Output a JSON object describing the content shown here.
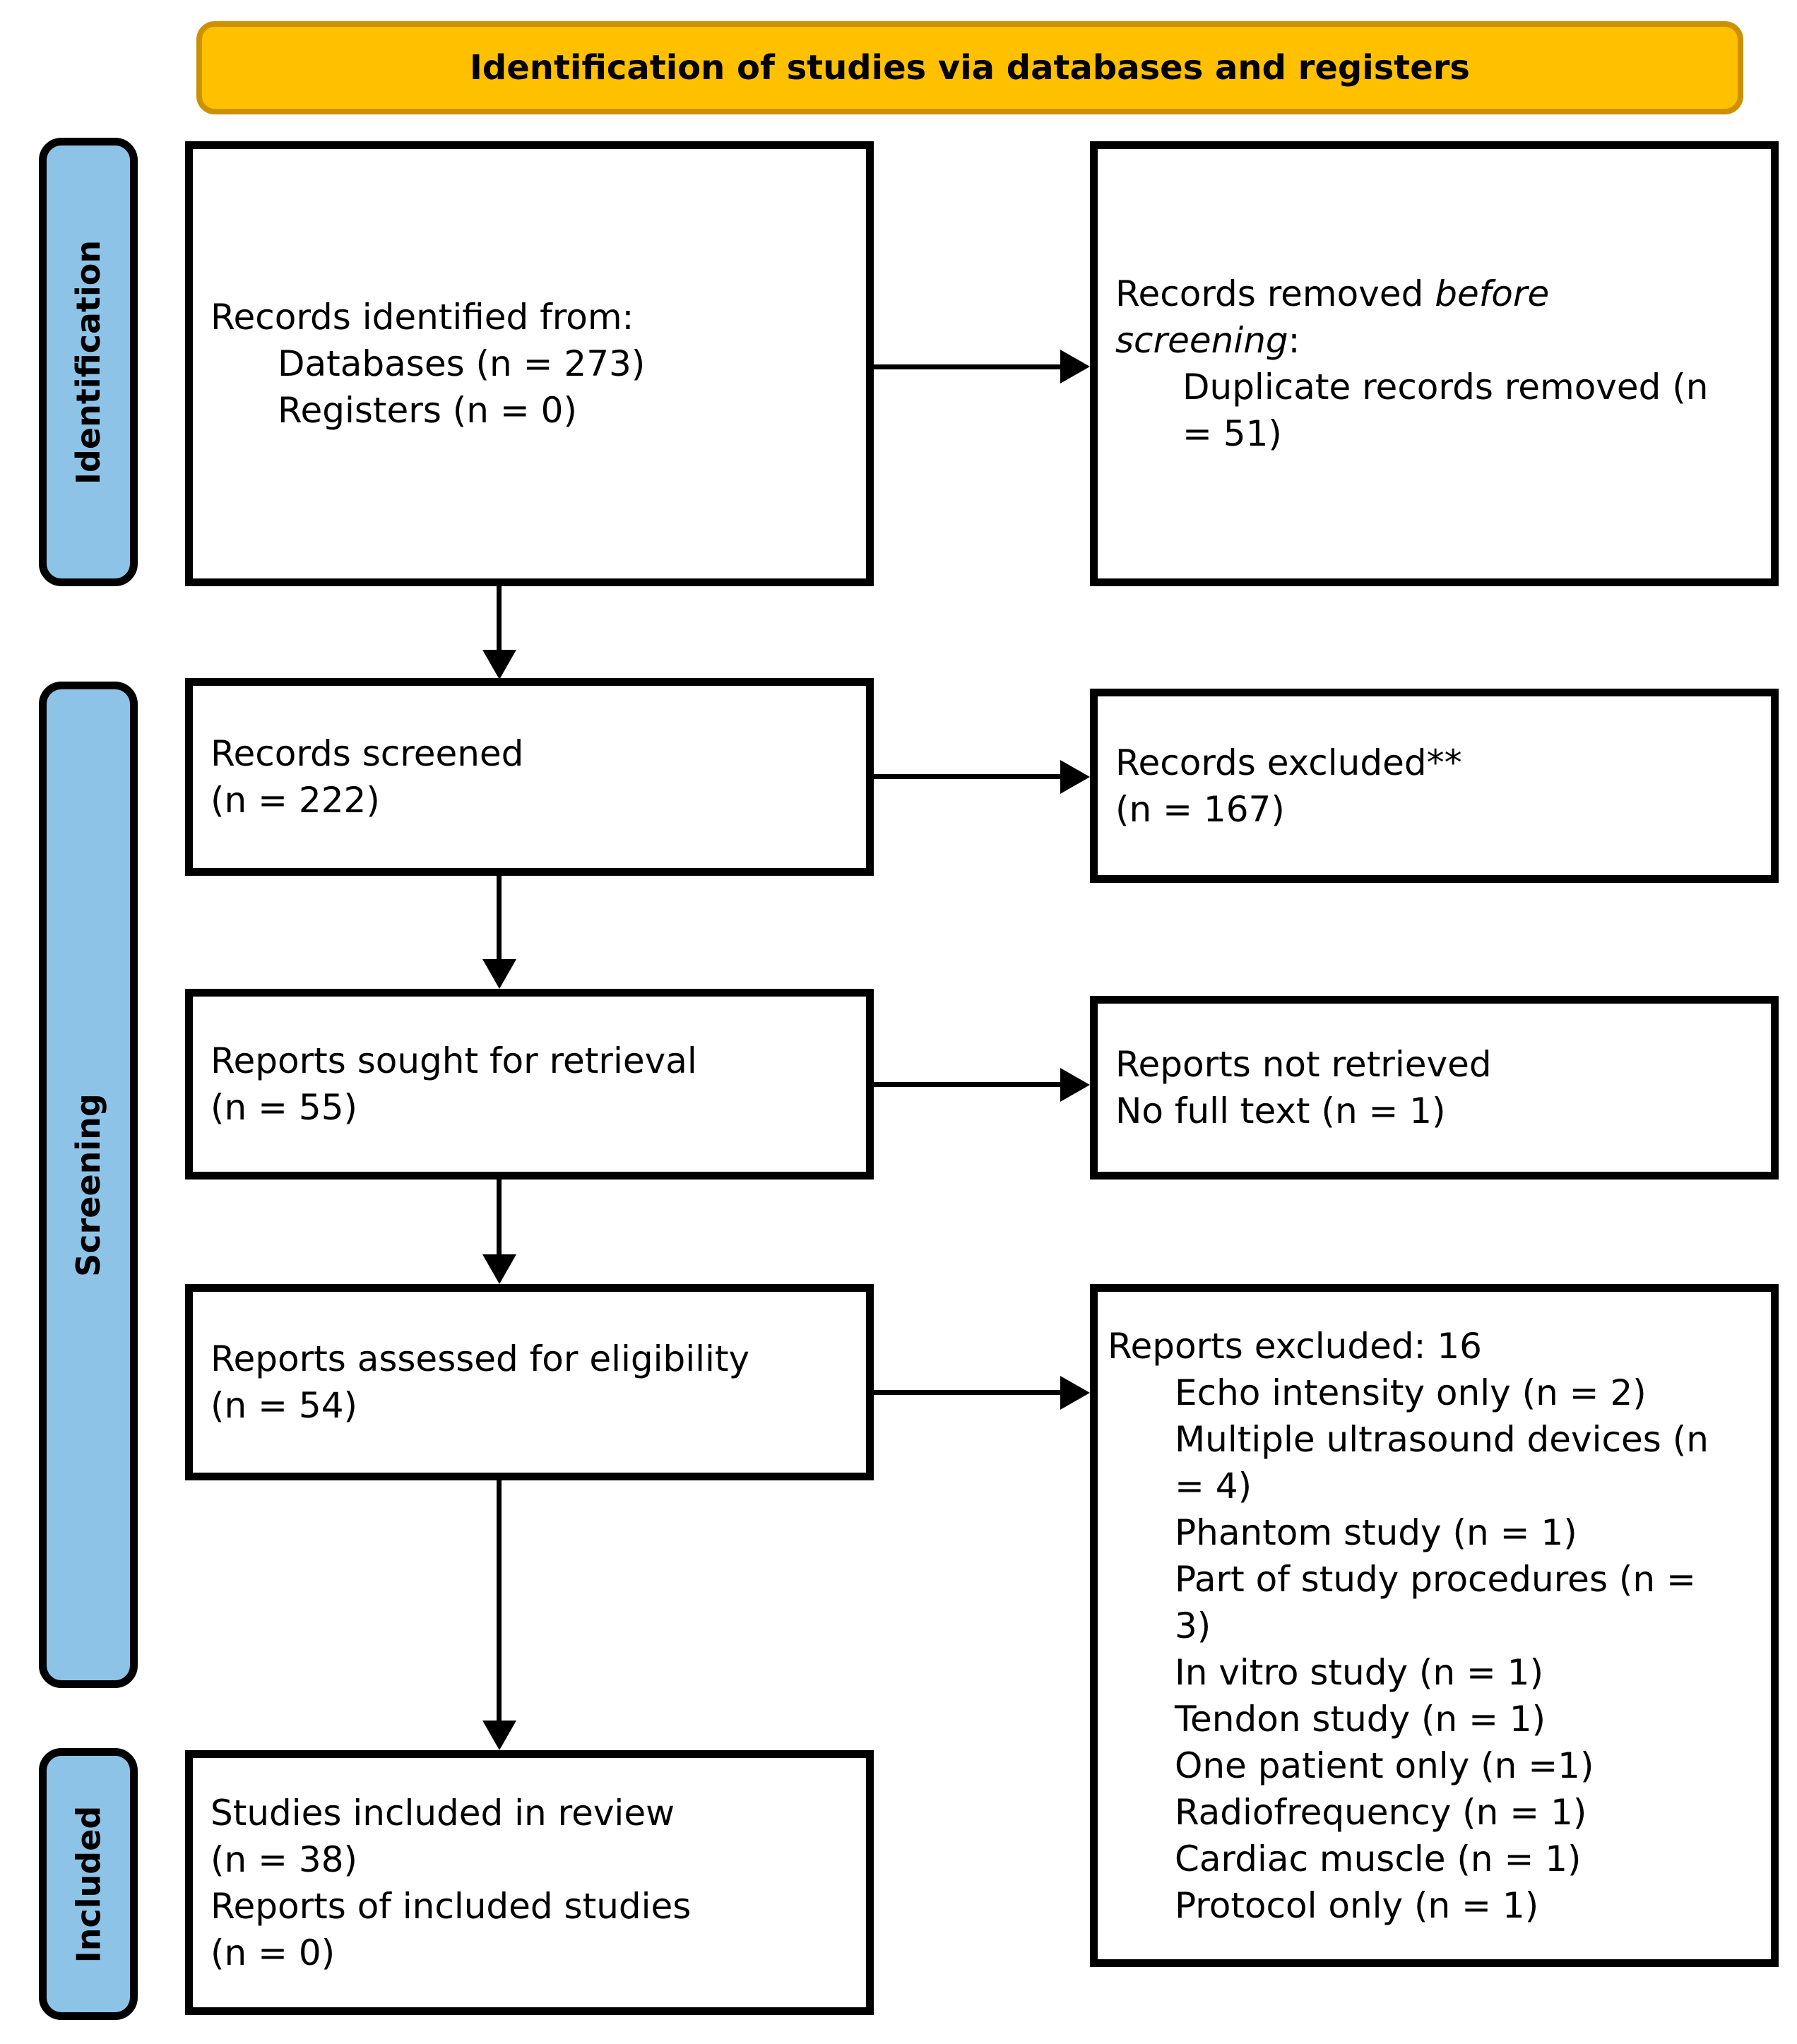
{
  "banner": {
    "title": "Identification of studies via databases and registers"
  },
  "sidebar": {
    "identification": "Identification",
    "screening": "Screening",
    "included": "Included"
  },
  "boxes": {
    "identified": {
      "header": "Records identified from:",
      "items": [
        "Databases (n = 273)",
        "Registers (n = 0)"
      ]
    },
    "removed": {
      "prefix": "Records removed ",
      "italic": "before screening",
      "suffix": ":",
      "items": [
        "Duplicate records removed (n = 51)"
      ]
    },
    "screened": {
      "lines": [
        "Records screened",
        "(n = 222)"
      ]
    },
    "excluded": {
      "lines": [
        "Records excluded**",
        "(n = 167)"
      ]
    },
    "sought": {
      "lines": [
        "Reports sought for retrieval",
        "(n = 55)"
      ]
    },
    "not_retrieved": {
      "lines": [
        "Reports not retrieved",
        "No full text (n = 1)"
      ]
    },
    "assessed": {
      "lines": [
        "Reports assessed for eligibility",
        "(n = 54)"
      ]
    },
    "reports_excluded": {
      "header": "Reports excluded: 16",
      "items": [
        "Echo intensity only (n = 2)",
        "Multiple ultrasound devices (n = 4)",
        "Phantom study (n = 1)",
        "Part of study procedures (n = 3)",
        "In vitro study (n = 1)",
        "Tendon study (n = 1)",
        "One patient only (n =1)",
        "Radiofrequency (n = 1)",
        "Cardiac muscle (n = 1)",
        "Protocol only (n = 1)"
      ]
    },
    "included": {
      "lines": [
        "Studies included in review",
        "(n = 38)",
        "Reports of included studies",
        "(n = 0)"
      ]
    }
  },
  "colors": {
    "banner_fill": "#FFC000",
    "banner_border": "#CD9100",
    "sidebar_fill": "#8EC3E8",
    "box_border": "#000000",
    "text": "#000000"
  }
}
